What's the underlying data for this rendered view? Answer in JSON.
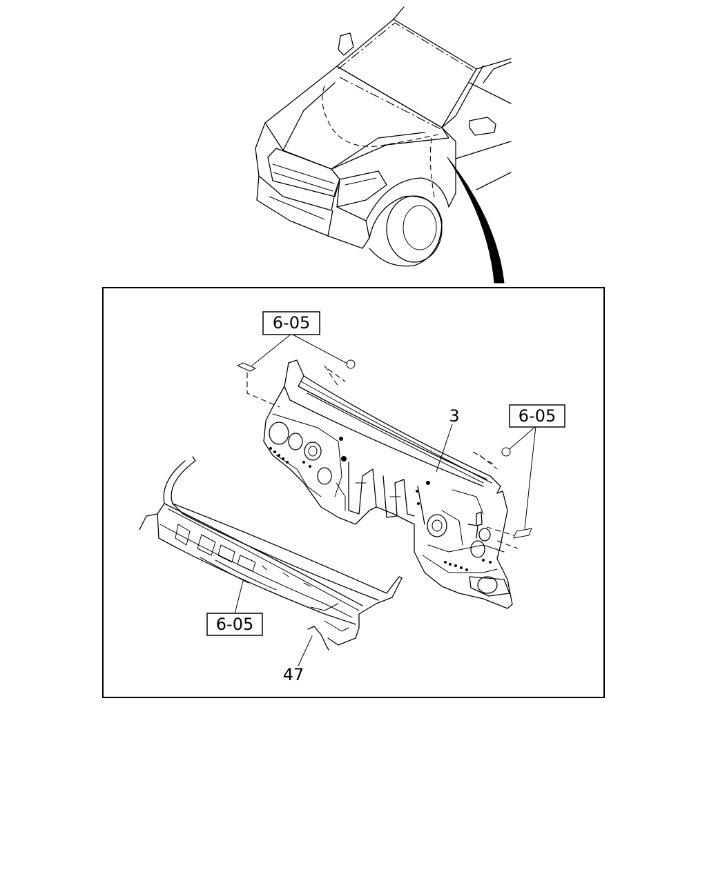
{
  "callouts": {
    "ref_top_left": "6-05",
    "ref_right": "6-05",
    "ref_bottom": "6-05",
    "part_dash_panel": "3",
    "part_hose": "47"
  }
}
